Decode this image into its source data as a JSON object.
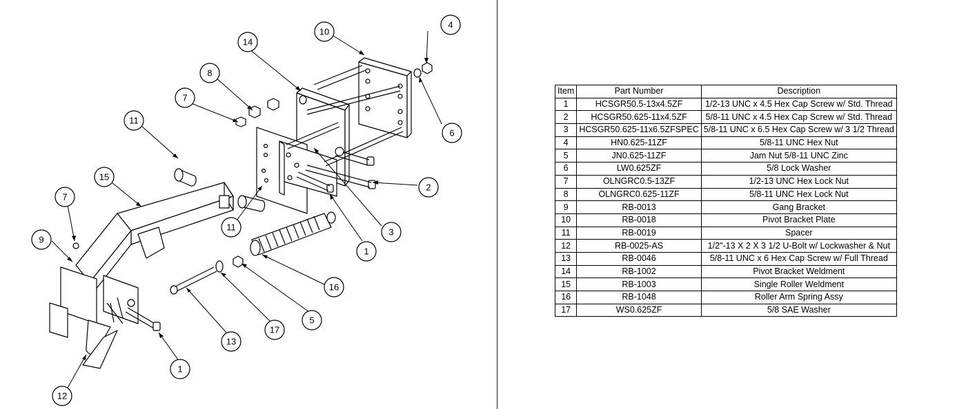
{
  "bom": {
    "headers": {
      "item": "Item",
      "part_number": "Part Number",
      "description": "Description"
    },
    "rows": [
      {
        "item": "1",
        "part_number": "HCSGR50.5-13x4.5ZF",
        "description": "1/2-13 UNC x 4.5 Hex Cap Screw w/ Std. Thread"
      },
      {
        "item": "2",
        "part_number": "HCSGR50.625-11x4.5ZF",
        "description": "5/8-11 UNC x 4.5 Hex Cap Screw w/ Std. Thread"
      },
      {
        "item": "3",
        "part_number": "HCSGR50.625-11x6.5ZFSPEC",
        "description": "5/8-11 UNC x 6.5 Hex Cap Screw w/ 3 1/2 Thread"
      },
      {
        "item": "4",
        "part_number": "HN0.625-11ZF",
        "description": "5/8-11 UNC Hex Nut"
      },
      {
        "item": "5",
        "part_number": "JN0.625-11ZF",
        "description": "Jam Nut 5/8-11 UNC Zinc"
      },
      {
        "item": "6",
        "part_number": "LW0.625ZF",
        "description": "5/8 Lock Washer"
      },
      {
        "item": "7",
        "part_number": "OLNGRC0.5-13ZF",
        "description": "1/2-13 UNC Hex Lock Nut"
      },
      {
        "item": "8",
        "part_number": "OLNGRC0.625-11ZF",
        "description": "5/8-11 UNC Hex Lock Nut"
      },
      {
        "item": "9",
        "part_number": "RB-0013",
        "description": "Gang Bracket"
      },
      {
        "item": "10",
        "part_number": "RB-0018",
        "description": "Pivot Bracket Plate"
      },
      {
        "item": "11",
        "part_number": "RB-0019",
        "description": "Spacer"
      },
      {
        "item": "12",
        "part_number": "RB-0025-AS",
        "description": "1/2\"-13 X 2 X 3 1/2 U-Bolt w/ Lockwasher & Nut"
      },
      {
        "item": "13",
        "part_number": "RB-0046",
        "description": "5/8-11 UNC x 6 Hex Cap Screw w/ Full Thread"
      },
      {
        "item": "14",
        "part_number": "RB-1002",
        "description": "Pivot Bracket Weldment"
      },
      {
        "item": "15",
        "part_number": "RB-1003",
        "description": "Single Roller Weldment"
      },
      {
        "item": "16",
        "part_number": "RB-1048",
        "description": "Roller Arm Spring Assy"
      },
      {
        "item": "17",
        "part_number": "WS0.625ZF",
        "description": "5/8 SAE Washer"
      }
    ]
  },
  "balloons": [
    {
      "id": "b4",
      "label": "4"
    },
    {
      "id": "b10",
      "label": "10"
    },
    {
      "id": "b14",
      "label": "14"
    },
    {
      "id": "b8",
      "label": "8"
    },
    {
      "id": "b7a",
      "label": "7"
    },
    {
      "id": "b6",
      "label": "6"
    },
    {
      "id": "b11a",
      "label": "11"
    },
    {
      "id": "b15",
      "label": "15"
    },
    {
      "id": "b2",
      "label": "2"
    },
    {
      "id": "b7b",
      "label": "7"
    },
    {
      "id": "b3",
      "label": "3"
    },
    {
      "id": "b9",
      "label": "9"
    },
    {
      "id": "b11b",
      "label": "11"
    },
    {
      "id": "b1a",
      "label": "1"
    },
    {
      "id": "b16",
      "label": "16"
    },
    {
      "id": "b5",
      "label": "5"
    },
    {
      "id": "b17",
      "label": "17"
    },
    {
      "id": "b13",
      "label": "13"
    },
    {
      "id": "b1b",
      "label": "1"
    },
    {
      "id": "b12",
      "label": "12"
    }
  ]
}
